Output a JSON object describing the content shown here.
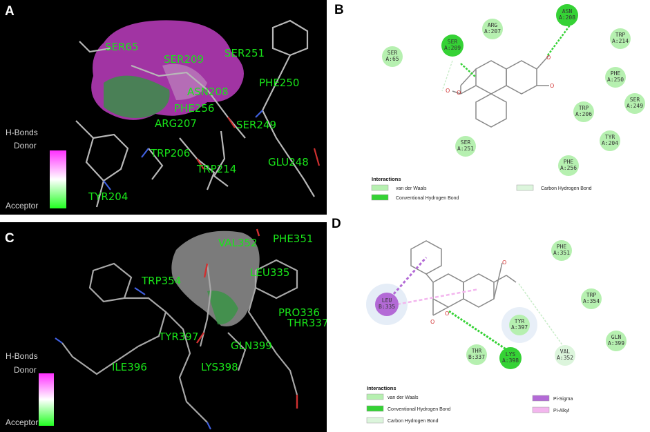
{
  "panels": {
    "A": {
      "label": "A",
      "residues": [
        "SER65",
        "SER209",
        "SER251",
        "ASN208",
        "PHE250",
        "PHE256",
        "ARG207",
        "SER249",
        "TRP206",
        "TRP214",
        "GLU248",
        "TYR204"
      ],
      "legend": {
        "title": "H-Bonds",
        "top": "Donor",
        "bottom": "Acceptor"
      }
    },
    "B": {
      "label": "B",
      "nodes": [
        {
          "t1": "SER",
          "t2": "A:209",
          "kind": "conventional"
        },
        {
          "t1": "ASN",
          "t2": "A:208",
          "kind": "conventional"
        },
        {
          "t1": "ARG",
          "t2": "A:207",
          "kind": "vdw"
        },
        {
          "t1": "TRP",
          "t2": "A:214",
          "kind": "vdw"
        },
        {
          "t1": "SER",
          "t2": "A:65",
          "kind": "vdw"
        },
        {
          "t1": "PHE",
          "t2": "A:250",
          "kind": "vdw"
        },
        {
          "t1": "SER",
          "t2": "A:249",
          "kind": "vdw"
        },
        {
          "t1": "TRP",
          "t2": "A:206",
          "kind": "vdw"
        },
        {
          "t1": "TYR",
          "t2": "A:204",
          "kind": "vdw"
        },
        {
          "t1": "SER",
          "t2": "A:251",
          "kind": "vdw"
        },
        {
          "t1": "PHE",
          "t2": "A:256",
          "kind": "vdw"
        }
      ],
      "legend": {
        "title": "Interactions",
        "items": [
          "van der Waals",
          "Conventional Hydrogen Bond",
          "Carbon Hydrogen Bond"
        ]
      }
    },
    "C": {
      "label": "C",
      "residues": [
        "VAL352",
        "PHE351",
        "LEU335",
        "TRP354",
        "PRO336",
        "THR337",
        "TYR397",
        "GLN399",
        "ILE396",
        "LYS398"
      ],
      "legend": {
        "title": "H-Bonds",
        "top": "Donor",
        "bottom": "Acceptor"
      }
    },
    "D": {
      "label": "D",
      "nodes": [
        {
          "t1": "LEU",
          "t2": "B:335",
          "kind": "pisigma"
        },
        {
          "t1": "PHE",
          "t2": "A:351",
          "kind": "vdw"
        },
        {
          "t1": "TRP",
          "t2": "A:354",
          "kind": "vdw"
        },
        {
          "t1": "GLN",
          "t2": "A:399",
          "kind": "vdw"
        },
        {
          "t1": "TYR",
          "t2": "A:397",
          "kind": "vdw"
        },
        {
          "t1": "THR",
          "t2": "B:337",
          "kind": "vdw"
        },
        {
          "t1": "LYS",
          "t2": "A:398",
          "kind": "conventional"
        },
        {
          "t1": "VAL",
          "t2": "A:352",
          "kind": "chb"
        }
      ],
      "legend": {
        "title": "Interactions",
        "items": [
          "van der Waals",
          "Conventional Hydrogen Bond",
          "Carbon Hydrogen Bond",
          "Pi-Sigma",
          "Pi-Alkyl"
        ]
      }
    }
  },
  "colors": {
    "vdw": "#b6f0b0",
    "conventional": "#35d235",
    "chb": "#dcf5dc",
    "pisigma": "#b36ad6",
    "pialkyl": "#f3b6ee",
    "residue3d": "#19e619"
  }
}
